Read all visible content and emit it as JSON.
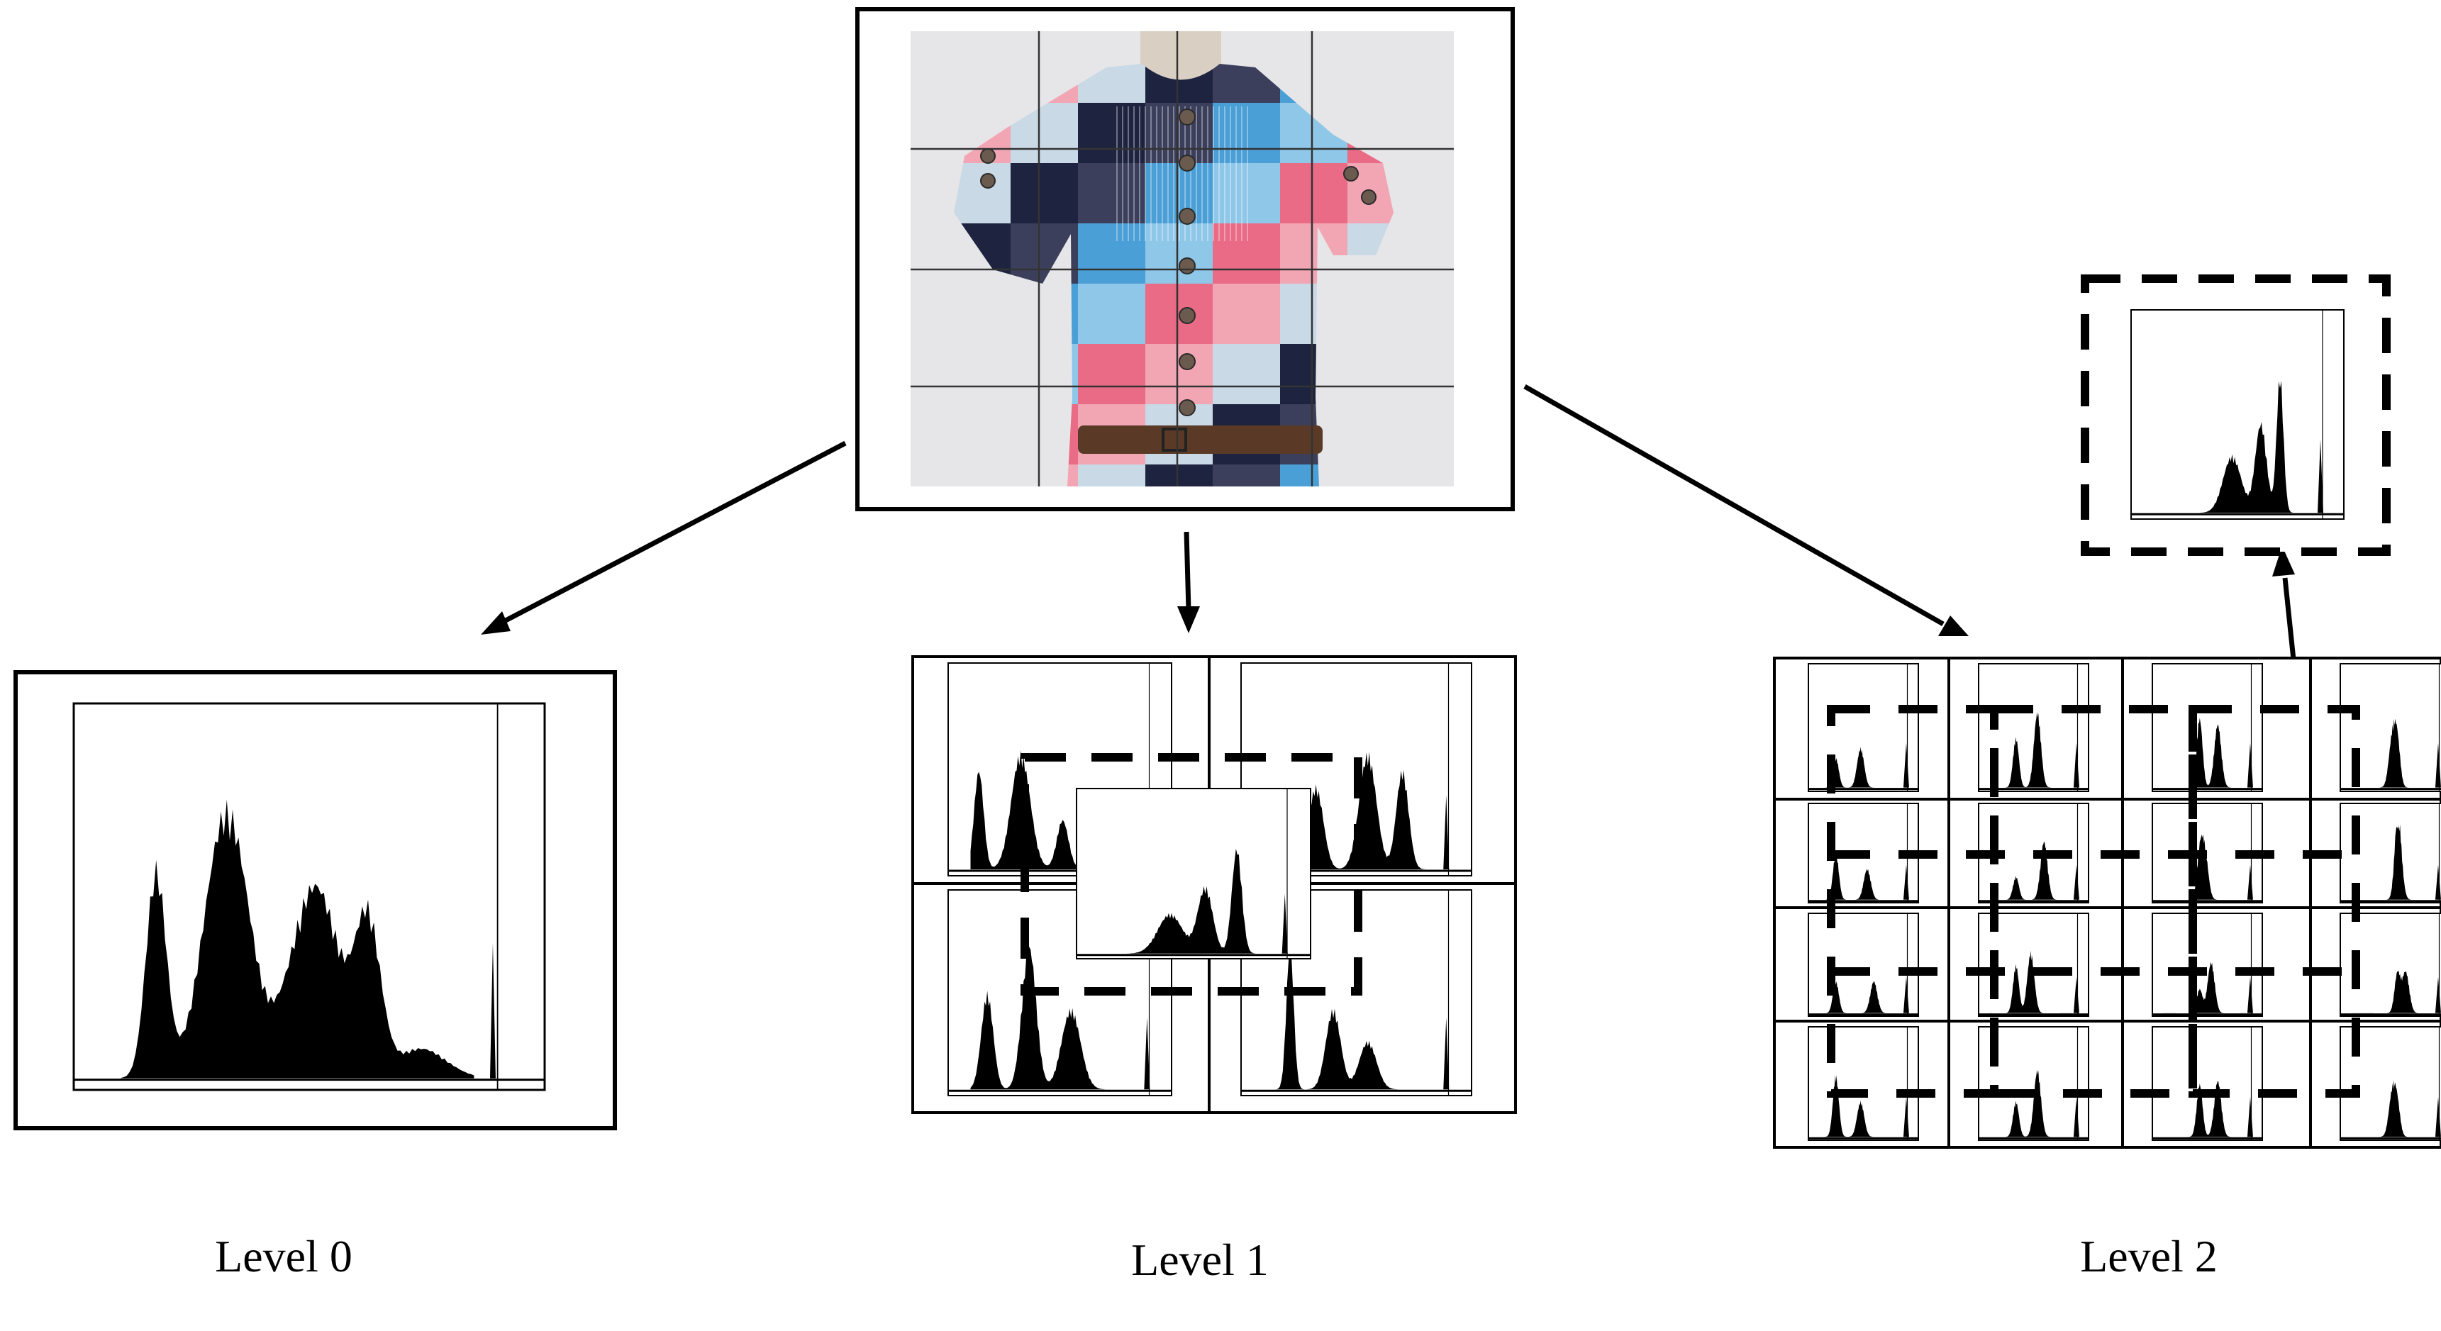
{
  "levels": [
    {
      "label": "Level 0"
    },
    {
      "label": "Level 1"
    },
    {
      "label": "Level 2"
    }
  ],
  "colors": {
    "stroke": "#000000",
    "background": "#ffffff",
    "photo_bg": "#e6e6e8",
    "grid_line": "#333333",
    "plaid": [
      "#e96b86",
      "#4a9fd6",
      "#1e2440",
      "#f2a6b4",
      "#8fc7e8",
      "#3c3f5c",
      "#c9d9e6"
    ],
    "belt": "#5a3a26",
    "mannequin": "#d9cfc2"
  },
  "icons": [
    "shirt-photo",
    "histogram",
    "arrow"
  ]
}
